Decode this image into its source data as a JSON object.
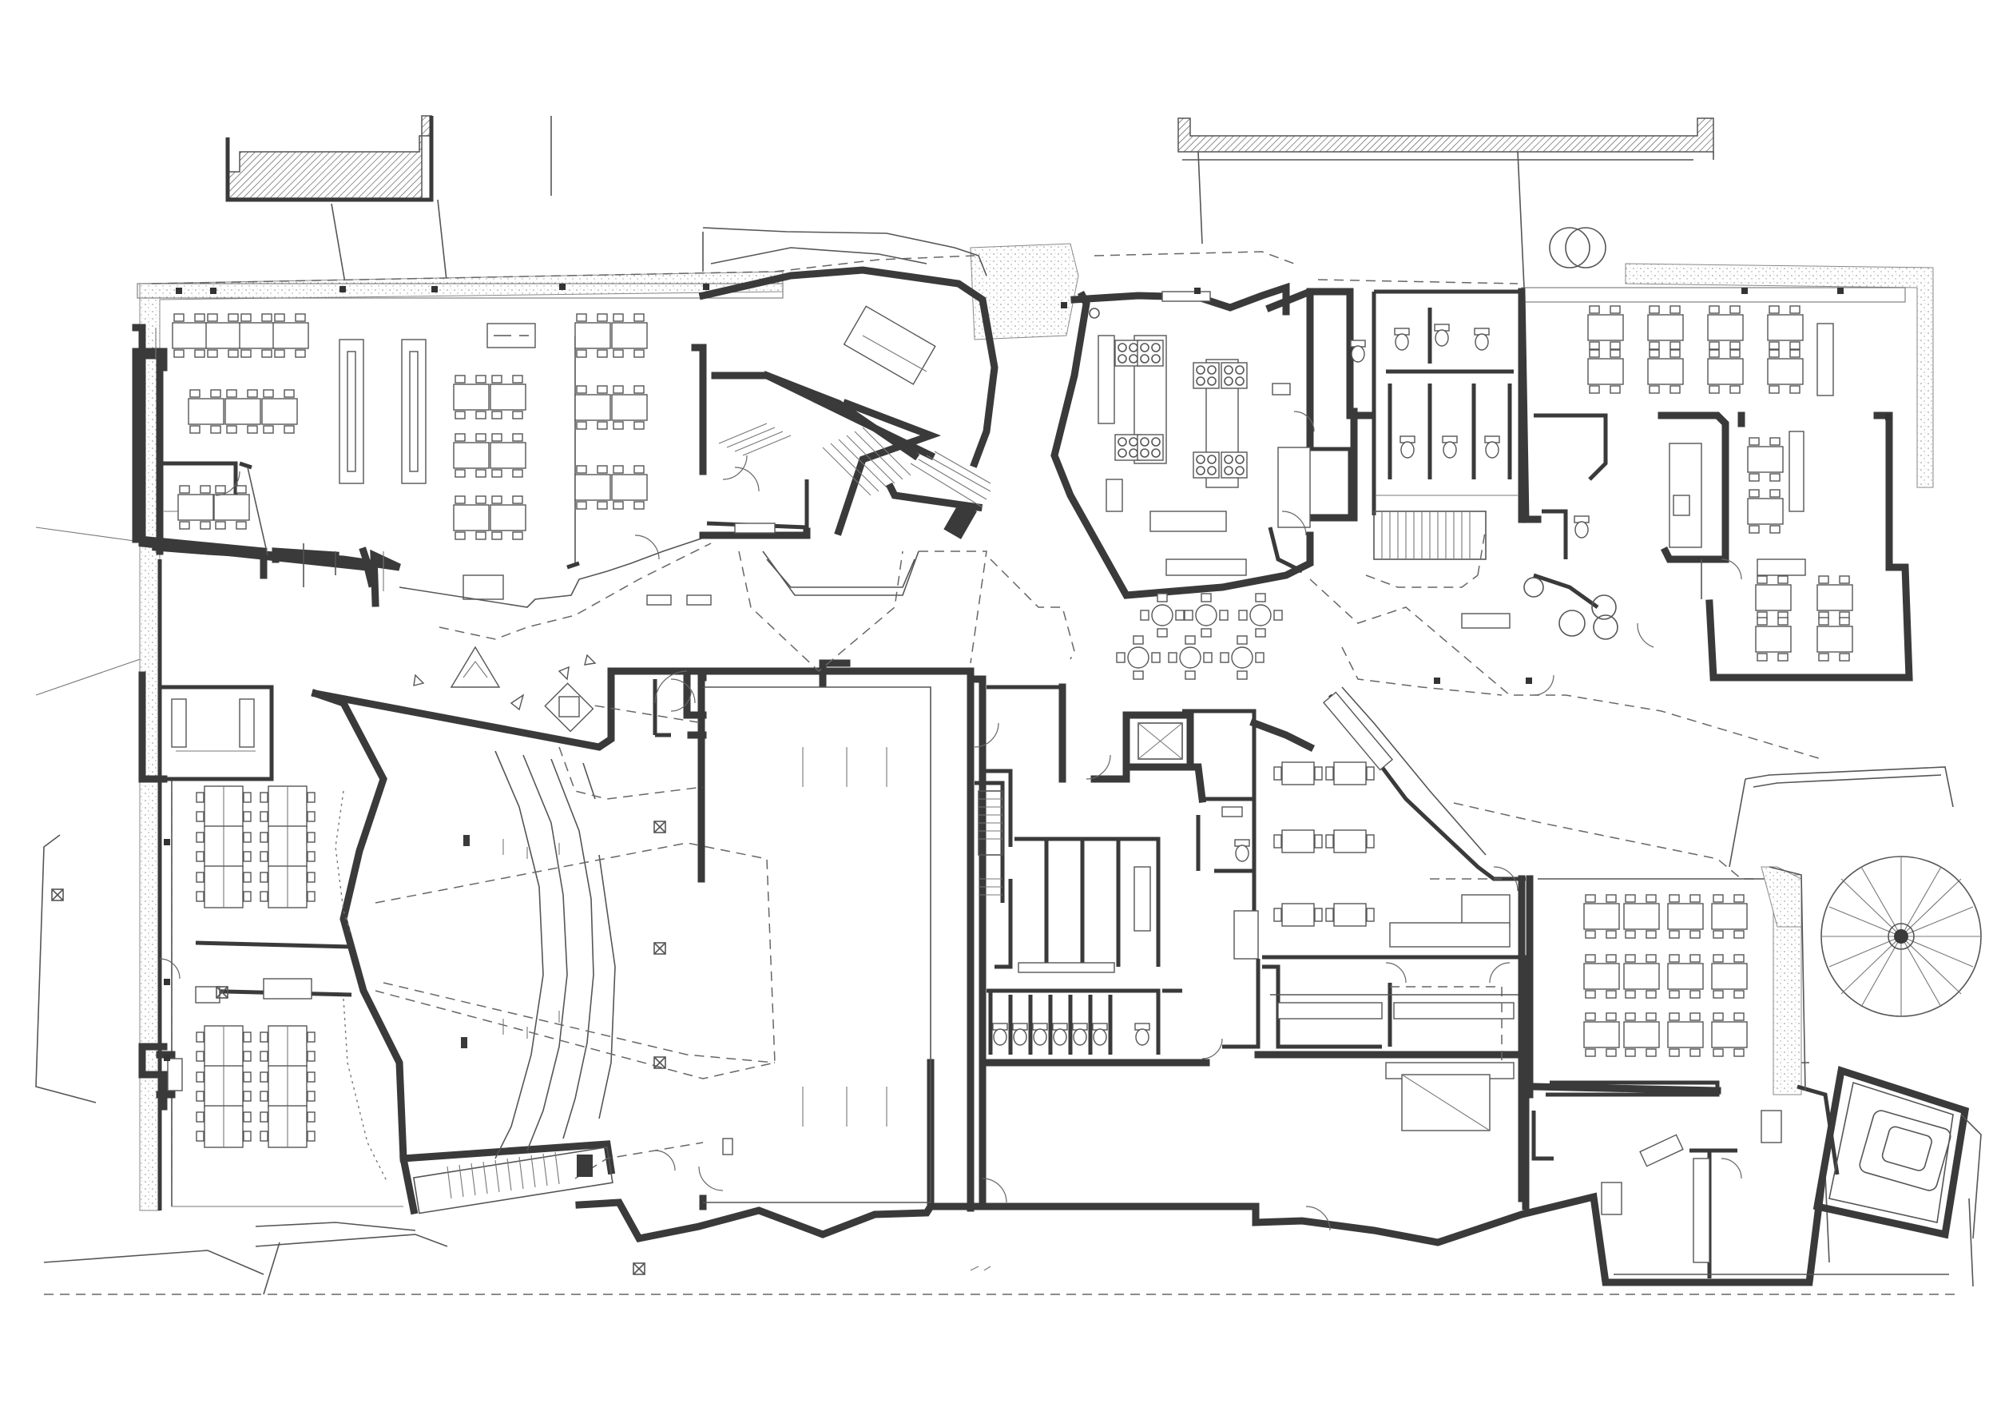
{
  "drawing": {
    "type": "architectural floor plan",
    "colors": {
      "wall": "#3a3a3a",
      "line": "#555555",
      "background": "#ffffff"
    },
    "symbols": [
      "cross-box-marker",
      "column",
      "door-swing",
      "stair",
      "table-with-chairs",
      "toilet",
      "tree",
      "dashed-ceiling-outline"
    ]
  }
}
